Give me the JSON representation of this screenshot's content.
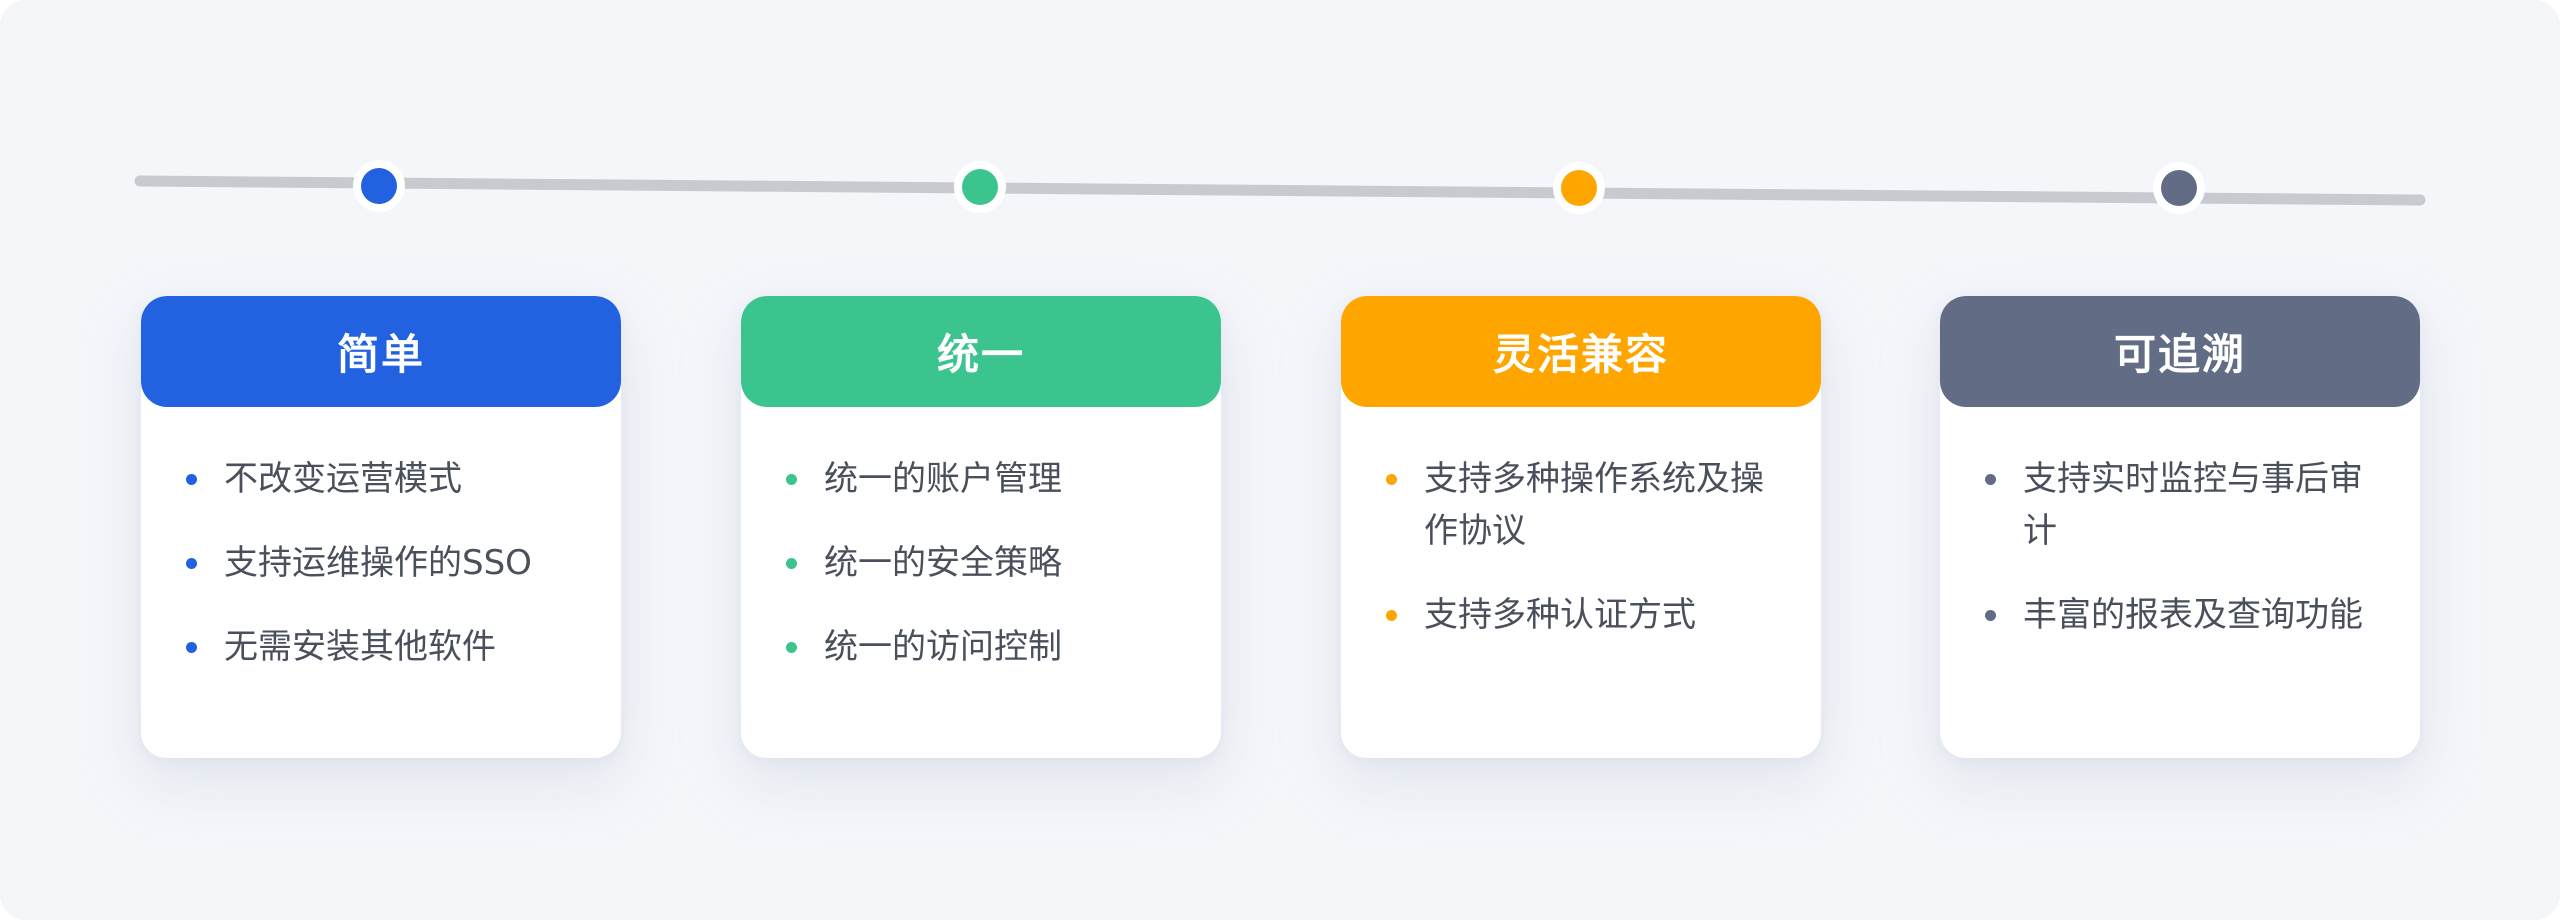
{
  "colors": {
    "blue": "#2262e0",
    "green": "#3cc48e",
    "orange": "#ffa500",
    "slate": "#626d85",
    "track": "#c8cad0"
  },
  "cards": [
    {
      "title": "简单",
      "items": [
        "不改变运营模式",
        "支持运维操作的SSO",
        "无需安装其他软件"
      ]
    },
    {
      "title": "统一",
      "items": [
        "统一的账户管理",
        "统一的安全策略",
        "统一的访问控制"
      ]
    },
    {
      "title": "灵活兼容",
      "items": [
        "支持多种操作系统及操作协议",
        "支持多种认证方式"
      ]
    },
    {
      "title": "可追溯",
      "items": [
        "支持实时监控与事后审计",
        "丰富的报表及查询功能"
      ]
    }
  ]
}
